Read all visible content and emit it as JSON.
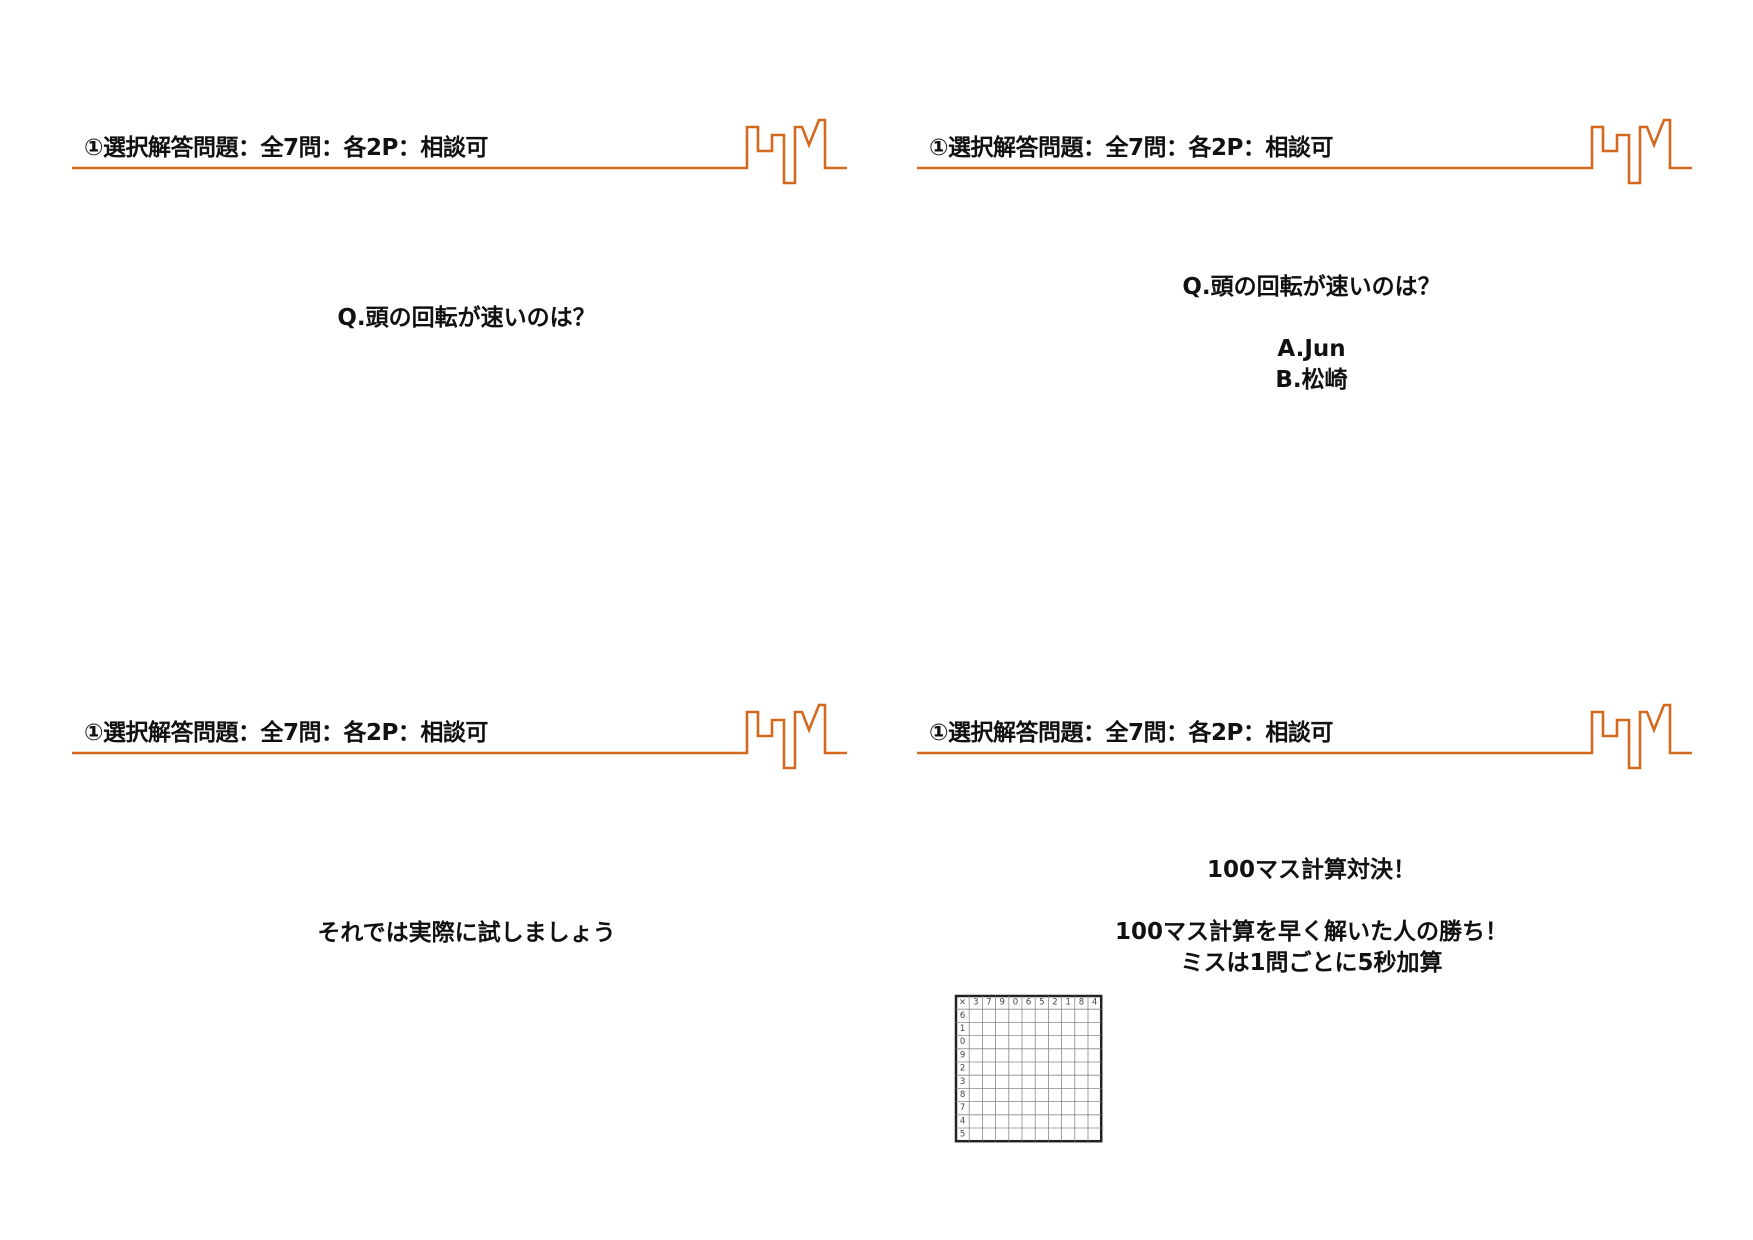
{
  "header": {
    "title": "①選択解答問題：全7問：各2P：相談可",
    "accent_color": "#d2691e"
  },
  "slides": [
    {
      "lines": [
        "Q.頭の回転が速いのは？"
      ]
    },
    {
      "lines": [
        "Q.頭の回転が速いのは？",
        "",
        "A.Jun",
        "B.松崎"
      ]
    },
    {
      "lines": [
        "それでは実際に試しましょう"
      ]
    },
    {
      "lines": [
        "100マス計算対決！",
        "",
        "100マス計算を早く解いた人の勝ち！",
        "ミスは1問ごとに5秒加算"
      ]
    }
  ],
  "grid": {
    "corner": "×",
    "top_row": [
      "3",
      "7",
      "9",
      "0",
      "6",
      "5",
      "2",
      "1",
      "8",
      "4"
    ],
    "left_col": [
      "6",
      "1",
      "0",
      "9",
      "2",
      "3",
      "8",
      "7",
      "4",
      "5"
    ]
  }
}
